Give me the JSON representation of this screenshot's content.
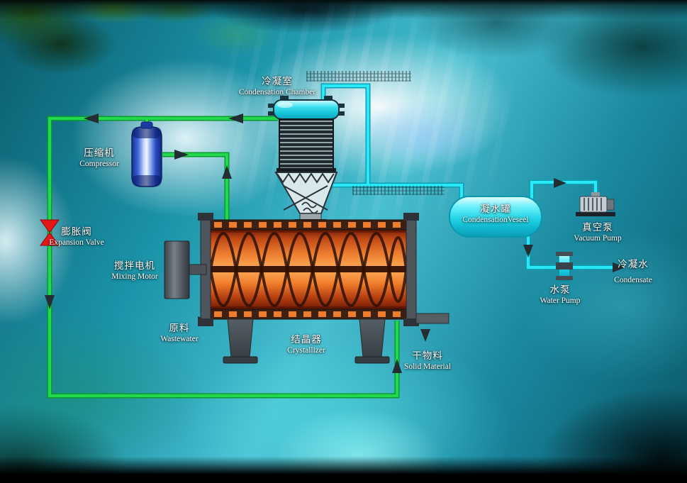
{
  "labels": {
    "condensation_chamber": {
      "zh": "冷凝室",
      "en": "Condensation Chamber"
    },
    "compressor": {
      "zh": "压缩机",
      "en": "Compressor"
    },
    "expansion_valve": {
      "zh": "膨胀阀",
      "en": "Expansion Valve"
    },
    "mixing_motor": {
      "zh": "搅拌电机",
      "en": "Mixing Motor"
    },
    "wastewater_inlet": {
      "zh": "原料",
      "en": "Wastewater"
    },
    "crystallizer": {
      "zh": "结晶器",
      "en": "Crystallizer"
    },
    "solid_material_outlet": {
      "zh": "干物料",
      "en": "Solid Material"
    },
    "condensation_vessel": {
      "zh": "凝水罐",
      "en": "CondensationVeseel"
    },
    "vacuum_pump": {
      "zh": "真空泵",
      "en": "Vacuum Pump"
    },
    "water_pump": {
      "zh": "水泵",
      "en": "Water Pump"
    },
    "condensate_outlet": {
      "zh": "冷凝水",
      "en": "Condensate"
    }
  },
  "colors": {
    "pipe_green": "#22d94e",
    "pipe_cyan": "#29e9f6",
    "arrow_dark": "#242d33",
    "expansion_valve_red": "#e41717",
    "compressor_blue": "#2f56cc",
    "crystallizer_orange": "#f08232",
    "vessel_cyan": "#2bd6e8",
    "steel_gray": "#59616a"
  }
}
